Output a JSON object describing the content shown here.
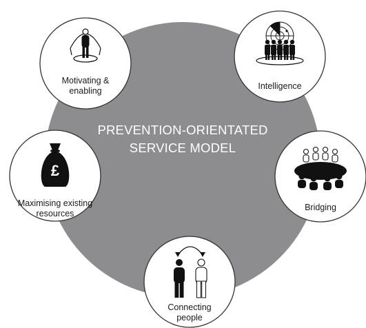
{
  "center": {
    "line1": "PREVENTION-ORIENTATED",
    "line2": "SERVICE MODEL"
  },
  "nodes": {
    "motivating": {
      "line1": "Motivating &",
      "line2": "enabling",
      "icon": "person-spotlight-icon"
    },
    "intelligence": {
      "line1": "Intelligence",
      "icon": "radar-group-icon"
    },
    "bridging": {
      "line1": "Bridging",
      "icon": "round-table-icon"
    },
    "connecting": {
      "line1": "Connecting",
      "line2": "people",
      "icon": "two-people-exchange-icon"
    },
    "maximising": {
      "line1": "Maximising existing",
      "line2": "resources",
      "icon": "money-bag-pound-icon"
    }
  },
  "colors": {
    "center_fill": "#8d8c8e",
    "node_fill": "#ffffff",
    "node_stroke": "#333333",
    "icon": "#111111"
  },
  "money_symbol": "£"
}
